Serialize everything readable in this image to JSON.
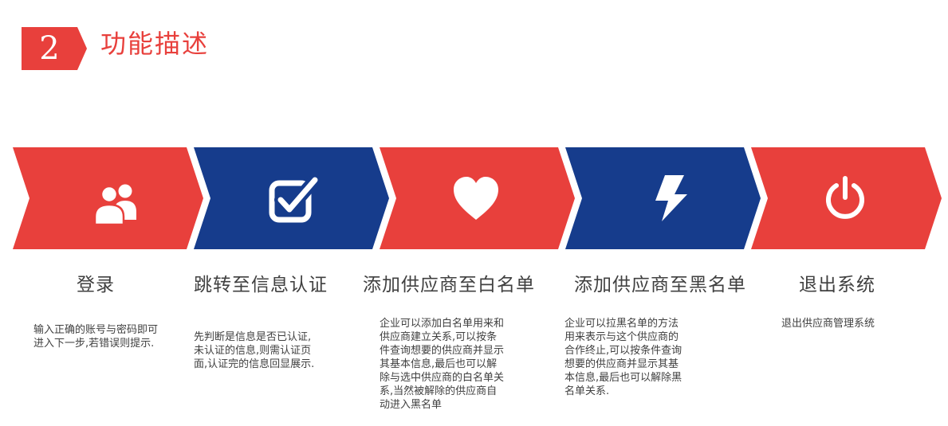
{
  "header": {
    "section_number": "2",
    "title": "功能描述"
  },
  "colors": {
    "red": "#e8403c",
    "blue": "#163c8c",
    "text": "#404040"
  },
  "steps": [
    {
      "icon": "users-icon",
      "label": "登录",
      "description": "输入正确的账号与密码即可\n进入下一步,若错误则提示."
    },
    {
      "icon": "checkbox-icon",
      "label": "跳转至信息认证",
      "description": "先判断是信息是否已认证,\n未认证的信息,则需认证页\n面,认证完的信息回显展示."
    },
    {
      "icon": "heart-icon",
      "label": "添加供应商至白名单",
      "description": "企业可以添加白名单用来和\n供应商建立关系,可以按条\n件查询想要的供应商并显示\n其基本信息,最后也可以解\n除与选中供应商的白名单关\n系,当然被解除的供应商自\n动进入黑名单"
    },
    {
      "icon": "lightning-icon",
      "label": "添加供应商至黑名单",
      "description": "企业可以拉黑名单的方法\n用来表示与这个供应商的\n合作终止,可以按条件查询\n想要的供应商并显示其基\n本信息,最后也可以解除黑\n名单关系."
    },
    {
      "icon": "power-icon",
      "label": "退出系统",
      "description": "退出供应商管理系统"
    }
  ]
}
